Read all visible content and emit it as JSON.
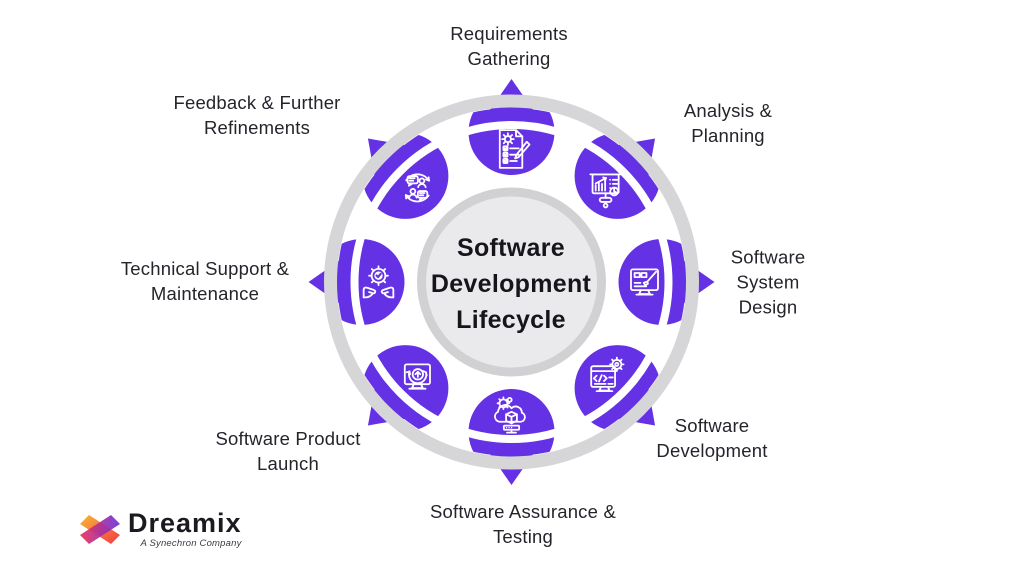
{
  "title": "Software Development Lifecycle",
  "center": {
    "lines": [
      "Software",
      "Development",
      "Lifecycle"
    ]
  },
  "stages": [
    {
      "id": "requirements-gathering",
      "lines": [
        "Requirements",
        "Gathering"
      ],
      "icon": "checklist-document-icon"
    },
    {
      "id": "analysis-planning",
      "lines": [
        "Analysis &",
        "Planning"
      ],
      "icon": "presentation-chart-icon"
    },
    {
      "id": "software-system-design",
      "lines": [
        "Software",
        "System",
        "Design"
      ],
      "icon": "design-monitor-brush-icon"
    },
    {
      "id": "software-development",
      "lines": [
        "Software",
        "Development"
      ],
      "icon": "code-window-gear-icon"
    },
    {
      "id": "software-assurance-testing",
      "lines": [
        "Software Assurance &",
        "Testing"
      ],
      "icon": "cloud-cube-testing-icon"
    },
    {
      "id": "software-product-launch",
      "lines": [
        "Software Product",
        "Launch"
      ],
      "icon": "launch-monitor-icon"
    },
    {
      "id": "technical-support-maintenance",
      "lines": [
        "Technical Support &",
        "Maintenance"
      ],
      "icon": "hands-gear-check-icon"
    },
    {
      "id": "feedback-refinements",
      "lines": [
        "Feedback & Further",
        "Refinements"
      ],
      "icon": "people-feedback-cycle-icon"
    }
  ],
  "logo": {
    "name": "Dreamix",
    "tagline": "A Synechron Company"
  },
  "colors": {
    "purple": "#6431e4",
    "ring_gray": "#d6d6d8",
    "center_fill": "#eaeaed",
    "center_ring": "#d1d1d4",
    "text": "#26242b",
    "center_text": "#17151b",
    "background": "#ffffff"
  }
}
